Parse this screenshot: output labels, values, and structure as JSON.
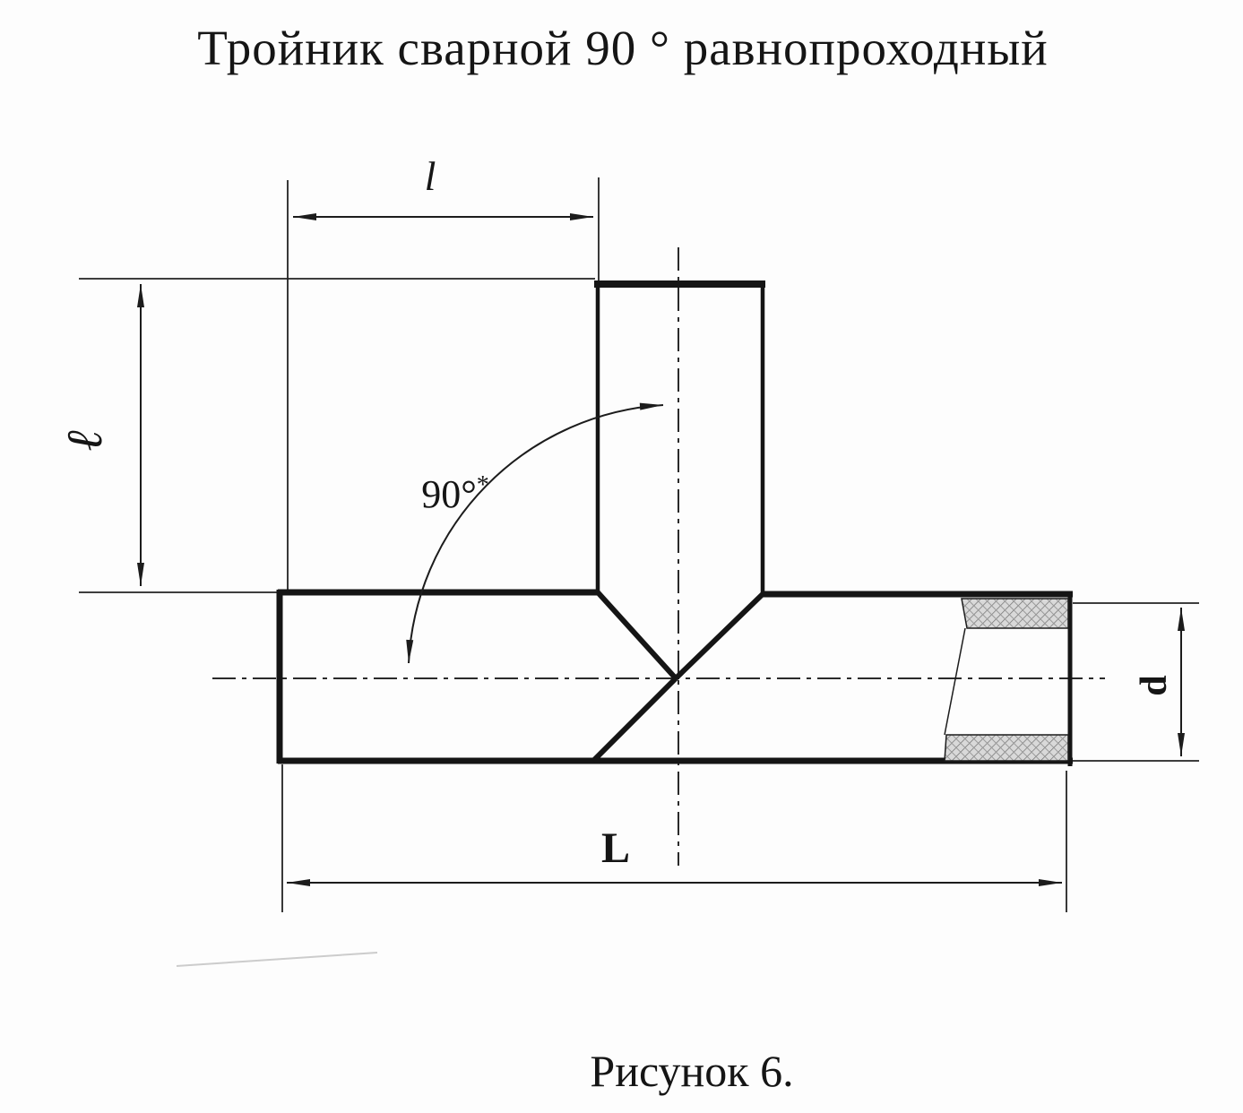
{
  "title": "Тройник сварной 90 ° равнопроходный",
  "caption": "Рисунок 6.",
  "dimensions": {
    "branch_width": "l",
    "branch_height": "ℓ",
    "angle": "90°",
    "angle_note": "*",
    "overall_length": "L",
    "diameter": "d"
  },
  "colors": {
    "line": "#1c1c1c",
    "centerline": "#2a2a2a",
    "hatch_fill": "#d9d9d9",
    "background": "#fdfdfd"
  }
}
